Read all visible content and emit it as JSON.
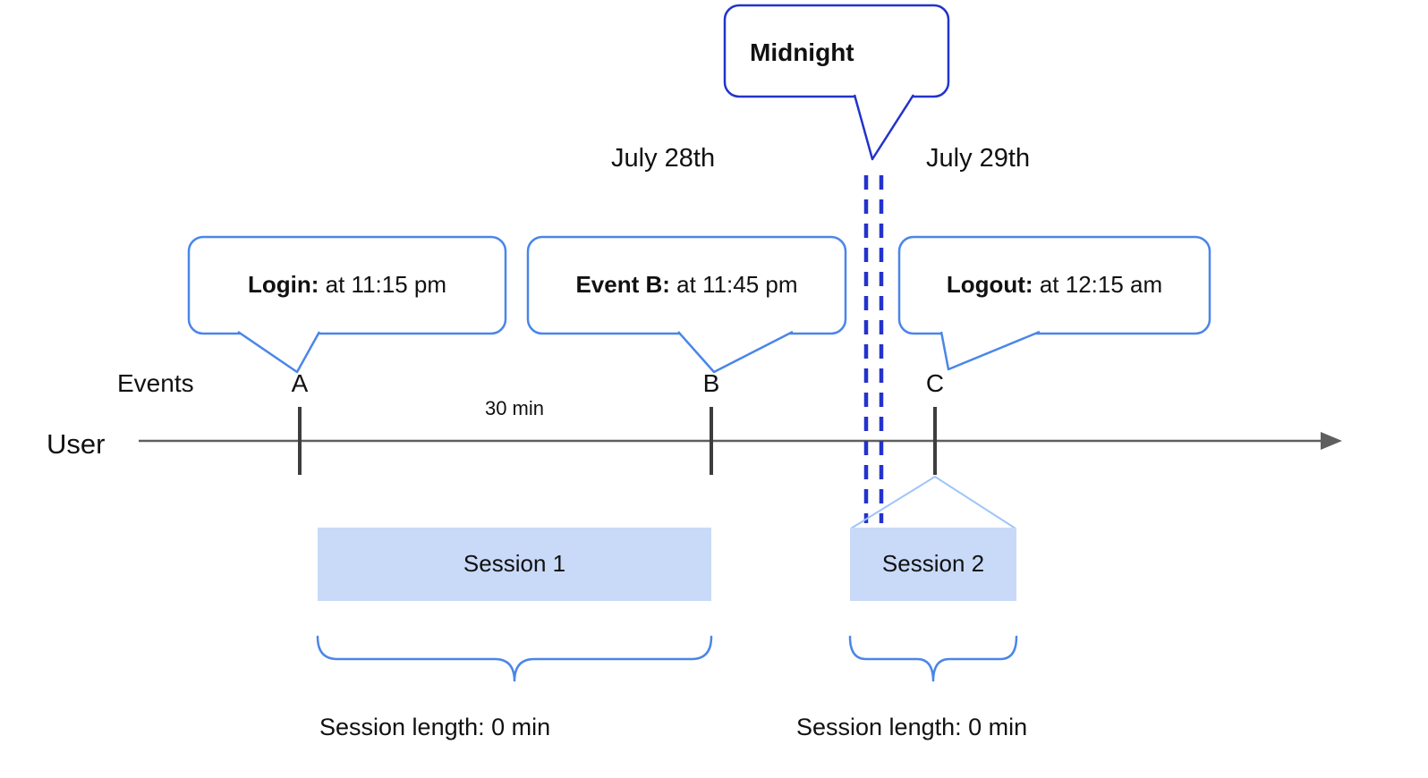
{
  "diagram": {
    "callouts": {
      "midnight": {
        "label": "Midnight"
      },
      "login": {
        "label": "Login:",
        "text": "at 11:15 pm"
      },
      "event_b": {
        "label": "Event B:",
        "text": "at 11:45 pm"
      },
      "logout": {
        "label": "Logout:",
        "text": "at 12:15 am"
      }
    },
    "dates": {
      "before_midnight": "July 28th",
      "after_midnight": "July 29th"
    },
    "axis": {
      "events_label": "Events",
      "user_label": "User",
      "interval_label": "30 min",
      "markers": [
        "A",
        "B",
        "C"
      ]
    },
    "sessions": [
      {
        "label": "Session 1",
        "length_label": "Session length: 0 min"
      },
      {
        "label": "Session 2",
        "length_label": "Session length: 0 min"
      }
    ]
  },
  "colors": {
    "callout_border": "#4a86e8",
    "midnight_border": "#2333cc",
    "midnight_dash": "#2333cc",
    "session_fill": "#c9daf8",
    "session_roof": "#9fc5f8",
    "brace": "#4a86e8",
    "timeline": "#5f5f5f",
    "tick": "#3d3d3d",
    "text": "#111111"
  }
}
